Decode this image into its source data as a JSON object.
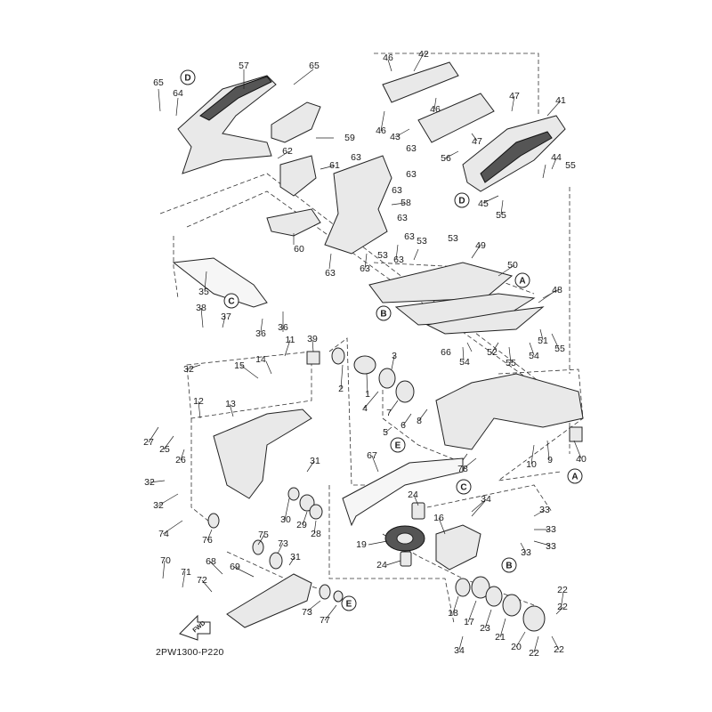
{
  "diagram_code": "2PW1300-P220",
  "direction_label": "FWD",
  "reference_markers": [
    "A",
    "B",
    "C",
    "D",
    "E"
  ],
  "part_numbers": [
    "1",
    "2",
    "3",
    "4",
    "5",
    "6",
    "7",
    "8",
    "9",
    "10",
    "11",
    "12",
    "13",
    "14",
    "15",
    "16",
    "17",
    "18",
    "19",
    "20",
    "21",
    "22",
    "23",
    "24",
    "25",
    "26",
    "27",
    "28",
    "29",
    "30",
    "31",
    "32",
    "33",
    "34",
    "35",
    "36",
    "37",
    "38",
    "39",
    "40",
    "41",
    "42",
    "43",
    "44",
    "45",
    "46",
    "47",
    "48",
    "49",
    "50",
    "51",
    "52",
    "53",
    "54",
    "55",
    "56",
    "57",
    "58",
    "59",
    "60",
    "61",
    "62",
    "63",
    "64",
    "65",
    "66",
    "67",
    "68",
    "69",
    "70",
    "71",
    "72",
    "73",
    "74",
    "75",
    "76",
    "77",
    "78"
  ],
  "colors": {
    "line": "#222222",
    "background": "#ffffff"
  }
}
